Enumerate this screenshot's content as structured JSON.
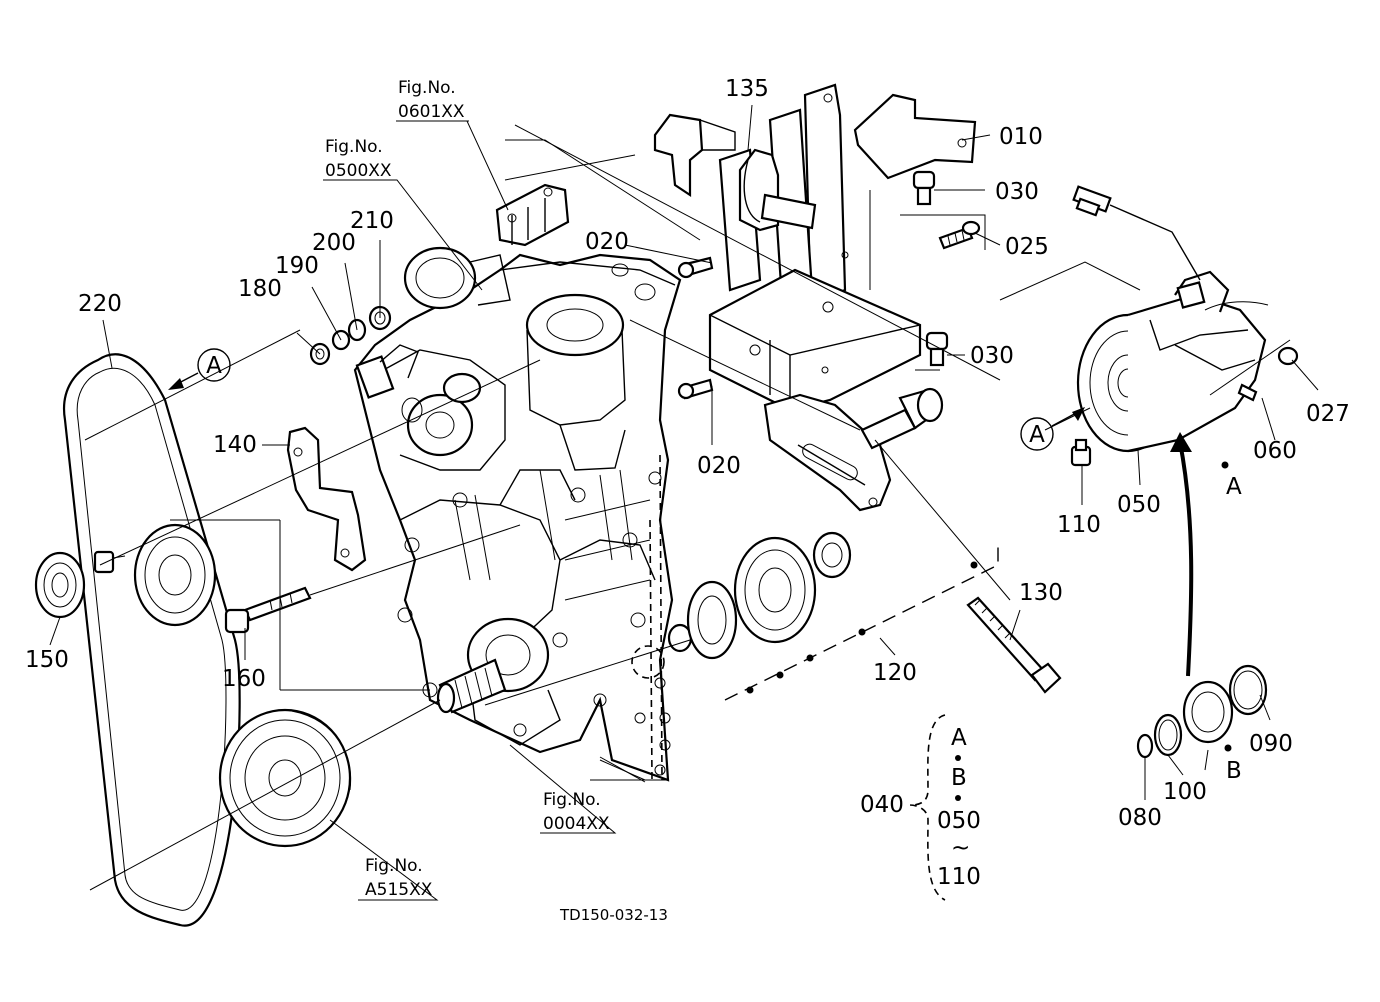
{
  "diagram_code": "TD150-032-13",
  "callouts": {
    "p010": "010",
    "p020a": "020",
    "p020b": "020",
    "p025": "025",
    "p027": "027",
    "p030a": "030",
    "p030b": "030",
    "p040": "040",
    "p050": "050",
    "p050r": "050",
    "p060": "060",
    "p080": "080",
    "p090": "090",
    "p100": "100",
    "p110": "110",
    "p110r": "110",
    "p120": "120",
    "p130": "130",
    "p135": "135",
    "p140": "140",
    "p150": "150",
    "p160": "160",
    "p180": "180",
    "p190": "190",
    "p200": "200",
    "p210": "210",
    "p220": "220"
  },
  "letters": {
    "view_a_left": "A",
    "view_a_right": "A",
    "comp_a": "A",
    "clutch_b": "B",
    "range_a": "A",
    "range_b": "B",
    "range_tilde": "~"
  },
  "figure_refs": {
    "label": "Fig.No.",
    "ref_0601": "0601XX",
    "ref_0500": "0500XX",
    "ref_0004": "0004XX",
    "ref_a515": "A515XX"
  }
}
